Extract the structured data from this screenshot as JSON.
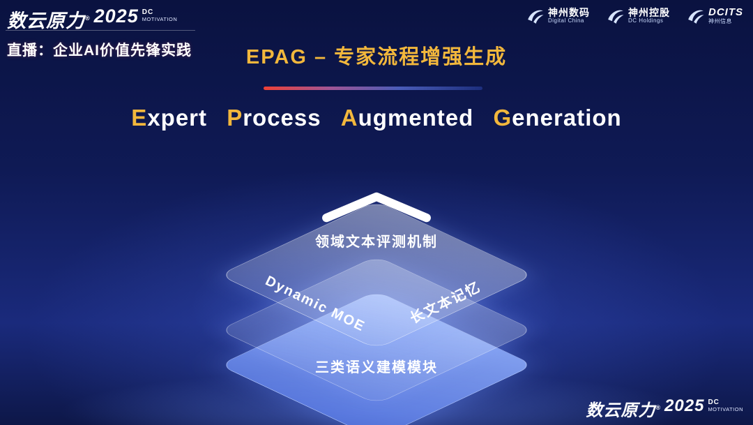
{
  "brand": {
    "name": "数云原力",
    "reg": "®",
    "year": "2025",
    "dc": "DC",
    "motivation": "MOTIVATION"
  },
  "header": {
    "stream_label": "直播：企业AI价值先锋实践",
    "slide_title": "EPAG – 专家流程增强生成",
    "partner_logos": [
      {
        "name": "神州数码",
        "sub": "Digital China"
      },
      {
        "name": "神州控股",
        "sub": "DC Holdings"
      },
      {
        "name": "DCITS",
        "sub": "神州信息"
      }
    ]
  },
  "main": {
    "english_title": {
      "full": "Expert Process Augmented Generation",
      "words": [
        {
          "initial": "E",
          "rest": "xpert"
        },
        {
          "initial": "P",
          "rest": "rocess"
        },
        {
          "initial": "A",
          "rest": "ugmented"
        },
        {
          "initial": "G",
          "rest": "eneration"
        }
      ]
    },
    "layers": [
      {
        "id": "top",
        "label": "领域文本评测机制"
      },
      {
        "id": "middle",
        "left_label": "Dynamic MOE",
        "right_label": "长文本记忆"
      },
      {
        "id": "bottom",
        "label": "三类语义建模模块"
      }
    ]
  },
  "colors": {
    "accent_gold": "#f2b73c",
    "divider_red": "#ef4136",
    "divider_blue": "#1d2f7e",
    "layer_blue": "#5b7de0",
    "background_navy": "#0c1545"
  }
}
